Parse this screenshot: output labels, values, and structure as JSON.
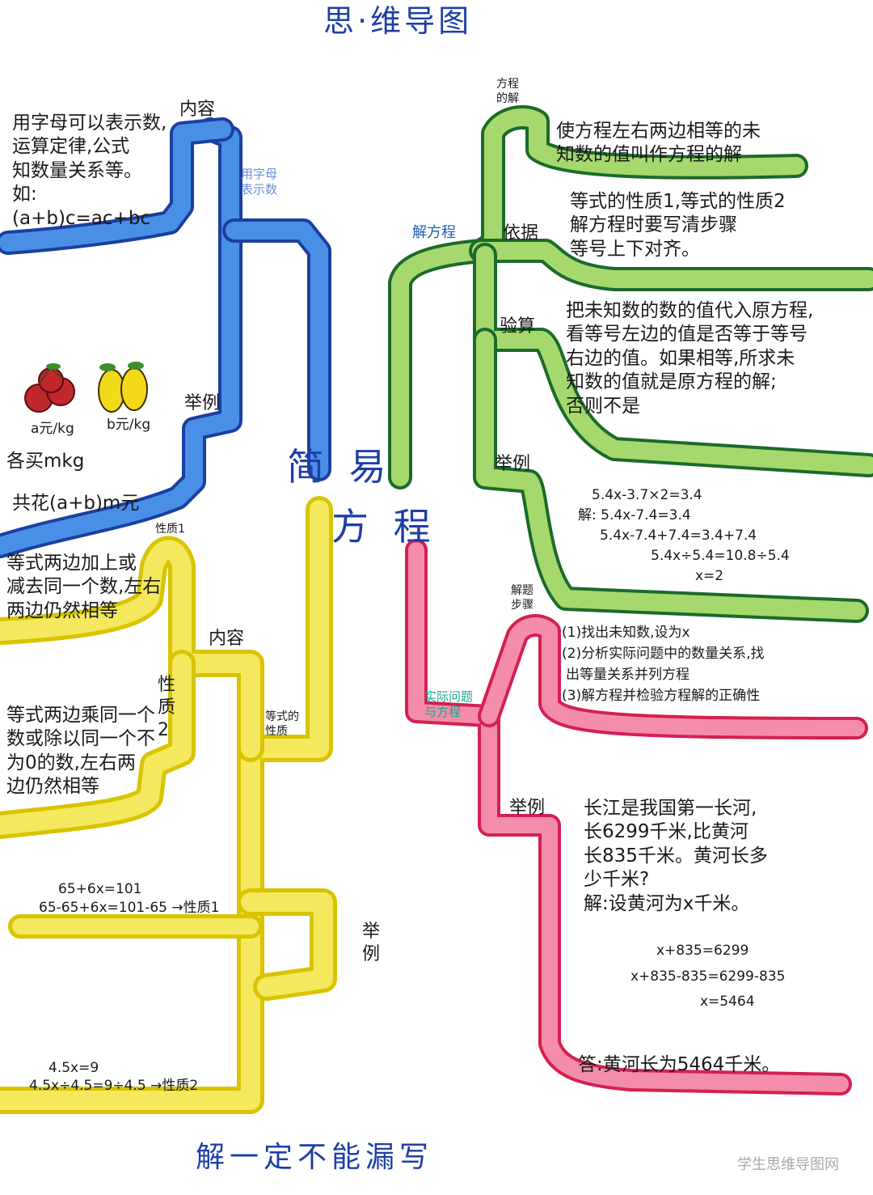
{
  "title": "思·维导图",
  "center": {
    "line1": "简 易",
    "line2": "方 程"
  },
  "blue": {
    "content_label": "内容",
    "content_text": "用字母可以表示数,\n运算定律,公式\n知数量关系等。\n如:\n(a+b)c=ac+bc",
    "tag": "用字母\n表示数",
    "example_label": "举例",
    "price_a": "a元/kg",
    "price_b": "b元/kg",
    "buy": "各买mkg",
    "total": "共花(a+b)m元"
  },
  "green": {
    "branch_label": "解方程",
    "solution_label": "方程\n的解",
    "solution_text": "使方程左右两边相等的未\n知数的值叫作方程的解",
    "basis_label": "依据",
    "basis_text": "等式的性质1,等式的性质2\n解方程时要写清步骤\n等号上下对齐。",
    "check_label": "验算",
    "check_text": "把未知数的数的值代入原方程,\n看等号左边的值是否等于等号\n右边的值。如果相等,所求未\n知数的值就是原方程的解;\n否则不是",
    "example_label": "举例",
    "example_lines": [
      "5.4x-3.7×2=3.4",
      "解: 5.4x-7.4=3.4",
      "5.4x-7.4+7.4=3.4+7.4",
      "5.4x÷5.4=10.8÷5.4",
      "x=2"
    ]
  },
  "pink": {
    "steps_label": "解题\n步骤",
    "steps": [
      "(1)找出未知数,设为x",
      "(2)分析实际问题中的数量关系,找",
      "出等量关系并列方程",
      "(3)解方程并检验方程解的正确性"
    ],
    "branch_label": "实际问题\n与方程",
    "example_label": "举例",
    "problem": "长江是我国第一长河,\n长6299千米,比黄河\n长835千米。黄河长多\n少千米?\n解:设黄河为x千米。",
    "equations": [
      "x+835=6299",
      "x+835-835=6299-835",
      "x=5464"
    ],
    "answer": "答:黄河长为5464千米。"
  },
  "yellow": {
    "prop1_label": "性质1",
    "prop1_text": "等式两边加上或\n减去同一个数,左右\n两边仍然相等",
    "content_label": "内容",
    "prop2_label": "性\n质\n2",
    "prop2_text": "等式两边乘同一个\n数或除以同一个不\n为0的数,左右两\n边仍然相等",
    "branch_label": "等式的\n性质",
    "example_label": "举\n例",
    "ex1_line1": "65+6x=101",
    "ex1_line2": "65-65+6x=101-65 →性质1",
    "ex2_line1": "4.5x=9",
    "ex2_line2": "4.5x÷4.5=9÷4.5 →性质2"
  },
  "footer": "解一定不能漏写",
  "watermark": "学生思维导图网",
  "colors": {
    "blue": "#3f86e0",
    "green": "#9fd36a",
    "green_outline": "#1b6b2a",
    "pink": "#f08aa6",
    "pink_outline": "#d42050",
    "yellow": "#f3e55a",
    "yellow_outline": "#d8c400",
    "title_blue": "#1f3fa6"
  }
}
